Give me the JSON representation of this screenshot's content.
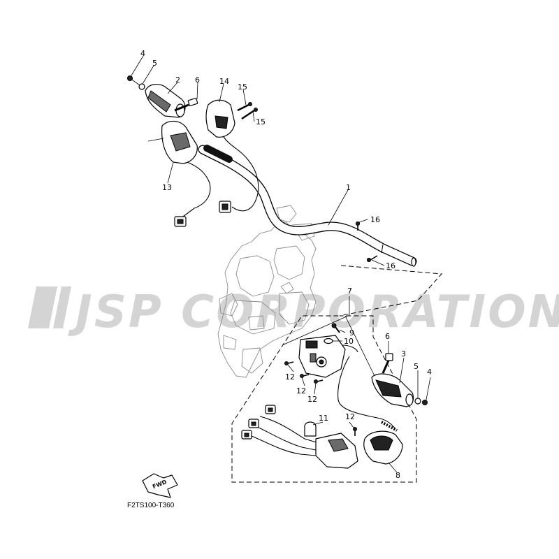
{
  "watermark": "JSP CORPORATION",
  "diagram_code": "F2TS100-T360",
  "fwd_label": "FWD",
  "callouts": {
    "c1": "1",
    "c2": "2",
    "c3": "3",
    "c4a": "4",
    "c4b": "4",
    "c5a": "5",
    "c5b": "5",
    "c6a": "6",
    "c6b": "6",
    "c7": "7",
    "c8": "8",
    "c9": "9",
    "c10": "10",
    "c11": "11",
    "c12a": "12",
    "c12b": "12",
    "c12c": "12",
    "c12d": "12",
    "c13": "13",
    "c14": "14",
    "c15a": "15",
    "c15b": "15",
    "c16a": "16",
    "c16b": "16"
  }
}
